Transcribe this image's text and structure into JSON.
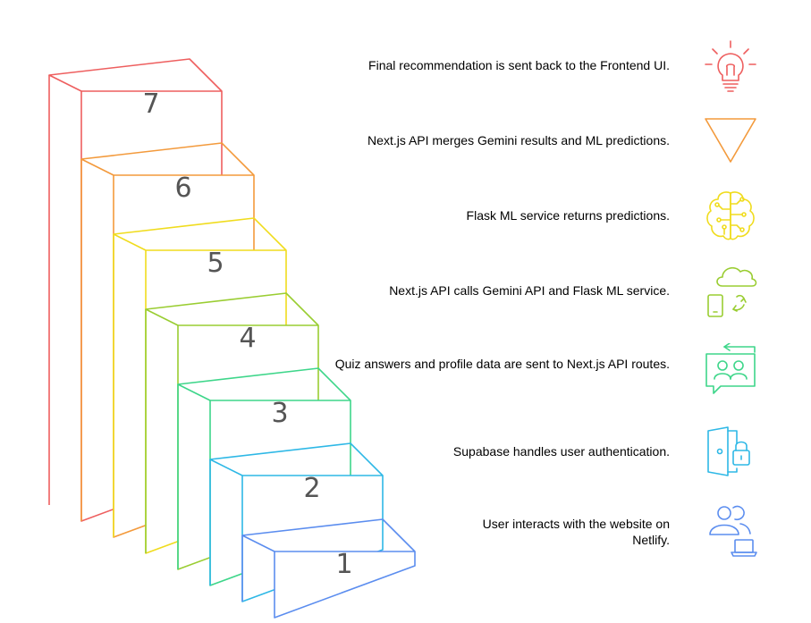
{
  "steps": [
    {
      "number": "1",
      "text": "User interacts with the website on Netlify.",
      "color": "#5b8def",
      "icon": "users-laptop-icon"
    },
    {
      "number": "2",
      "text": "Supabase handles user authentication.",
      "color": "#2eb8e6",
      "icon": "door-lock-icon"
    },
    {
      "number": "3",
      "text": "Quiz answers and profile data are sent to Next.js API routes.",
      "color": "#3ed68a",
      "icon": "users-exchange-icon"
    },
    {
      "number": "4",
      "text": "Next.js API calls Gemini API and Flask ML service.",
      "color": "#9acd32",
      "icon": "cloud-device-sync-icon"
    },
    {
      "number": "5",
      "text": "Flask ML service returns predictions.",
      "color": "#f0dc1e",
      "icon": "brain-circuit-icon"
    },
    {
      "number": "6",
      "text": "Next.js API merges Gemini results and ML predictions.",
      "color": "#f39a3c",
      "icon": "funnel-triangle-icon"
    },
    {
      "number": "7",
      "text": "Final recommendation is sent back to the Frontend UI.",
      "color": "#ee5f5f",
      "icon": "lightbulb-icon"
    }
  ]
}
